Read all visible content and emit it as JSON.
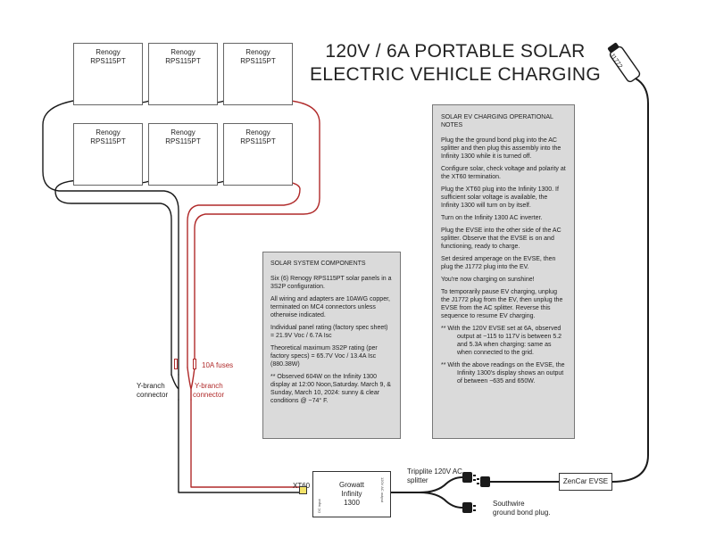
{
  "title": {
    "line1": "120V / 6A  PORTABLE SOLAR",
    "line2": "ELECTRIC  VEHICLE  CHARGING"
  },
  "panels": [
    {
      "brand": "Renogy",
      "model": "RPS115PT"
    },
    {
      "brand": "Renogy",
      "model": "RPS115PT"
    },
    {
      "brand": "Renogy",
      "model": "RPS115PT"
    },
    {
      "brand": "Renogy",
      "model": "RPS115PT"
    },
    {
      "brand": "Renogy",
      "model": "RPS115PT"
    },
    {
      "brand": "Renogy",
      "model": "RPS115PT"
    }
  ],
  "components_box": {
    "heading": "SOLAR SYSTEM COMPONENTS",
    "paragraphs": [
      "Six (6) Renogy RPS115PT solar panels in a 3S2P configuration.",
      "All wiring and adapters are 10AWG copper, terminated on MC4 connectors unless otherwise indicated.",
      "Individual panel rating (factory spec sheet) = 21.9V Voc  / 6.7A Isc",
      "Theoretical maximum 3S2P rating (per factory specs) = 65.7V Voc / 13.4A Isc (880.38W)",
      "** Observed 604W on the Infinity 1300 display at 12:00 Noon,Saturday. March 9, & Sunday, March 10, 2024: sunny & clear conditions @ ~74° F."
    ]
  },
  "notes_box": {
    "heading": "SOLAR EV CHARGING OPERATIONAL NOTES",
    "paragraphs": [
      "Plug the the ground bond plug into the AC splitter and then plug this assembly into the Infinity 1300 while it is turned off.",
      "Configure solar, check voltage and polarity at the XT60 termination.",
      "Plug the XT60 plug into the Infinity 1300. If sufficient solar voltage is available, the Infinity 1300 will turn on by itself.",
      "Turn on the Infinity 1300 AC inverter.",
      "Plug the EVSE into the other side of the AC splitter. Observe that the EVSE is on and functioning, ready to charge.",
      "Set desired amperage on the EVSE, then plug the J1772 plug into the EV.",
      "You're now charging on sunshine!",
      "To temporarily pause EV charging, unplug the J1772 plug from the EV, then unplug the EVSE from the AC splitter. Reverse this sequence to resume EV charging.",
      "** With the 120V EVSE set at 6A, observed output at ~115 to 117V is between 5.2 and 5.3A when charging: same as when connected to the grid.",
      "** With the above readings on the EVSE, the Infinity 1300's display shows an output of between ~635 and 650W."
    ]
  },
  "labels": {
    "fuses": "10A fuses",
    "ybranch_black_1": "Y-branch",
    "ybranch_black_2": "connector",
    "ybranch_red_1": "Y-branch",
    "ybranch_red_2": "connector",
    "xt60": "XT60",
    "splitter_1": "Tripplite 120V AC",
    "splitter_2": "splitter",
    "ground_bond_1": "Southwire",
    "ground_bond_2": "ground bond plug.",
    "evse": "ZenCar EVSE",
    "j1772": "J1772"
  },
  "inverter": {
    "line1": "Growatt",
    "line2": "Infinity",
    "line3": "1300",
    "dc_input": "DC input",
    "ac_output": "120V AC output"
  },
  "colors": {
    "positive_wire": "#b02a2a",
    "negative_wire": "#1a1a1a",
    "notes_background": "#dadada",
    "xt60_connector": "#f3e36a"
  }
}
